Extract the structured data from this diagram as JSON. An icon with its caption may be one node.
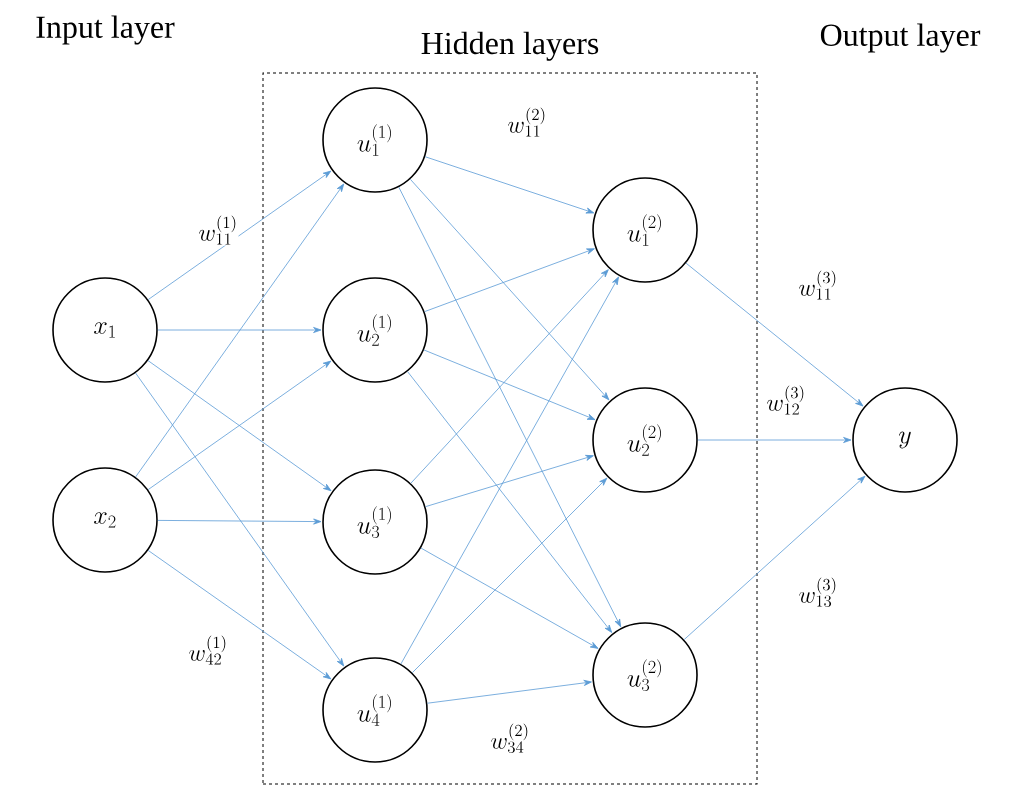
{
  "diagram": {
    "nodes": [
      {
        "text": [
          "x_1"
        ]
      },
      {
        "text": [
          "x_2"
        ]
      },
      {
        "text": [
          "Hidden layers"
        ]
      },
      {
        "text": [
          "u_1^{(1)}"
        ],
        "in": 2
      },
      {
        "text": [
          "u_2^{(1)}"
        ],
        "in": 2
      },
      {
        "text": [
          "u_3^{(1)}"
        ],
        "in": 2
      },
      {
        "text": [
          "u_4^{(1)}"
        ],
        "in": 2
      },
      {
        "text": [
          "u_1^{(2)}"
        ],
        "in": 2
      },
      {
        "text": [
          "u_2^{(2)}"
        ],
        "in": 2
      },
      {
        "text": [
          "u_3^{(2)}"
        ],
        "in": 2
      },
      {
        "text": [
          "y"
        ]
      }
    ],
    "edges": [
      {
        "from": 0,
        "to": 3,
        "arrow": "to",
        "label": "w_{11}^{(1)}"
      },
      {
        "from": 0,
        "to": 4,
        "arrow": "to"
      },
      {
        "from": 0,
        "to": 5,
        "arrow": "to"
      },
      {
        "from": 0,
        "to": 6,
        "arrow": "to"
      },
      {
        "from": 1,
        "to": 3,
        "arrow": "to"
      },
      {
        "from": 1,
        "to": 4,
        "arrow": "to"
      },
      {
        "from": 1,
        "to": 5,
        "arrow": "to"
      },
      {
        "from": 1,
        "to": 6,
        "arrow": "to",
        "label": "w_{42}^{(1)}"
      },
      {
        "from": 3,
        "to": 7,
        "arrow": "to",
        "label": "w_{11}^{(2)}"
      },
      {
        "from": 3,
        "to": 8,
        "arrow": "to"
      },
      {
        "from": 3,
        "to": 9,
        "arrow": "to"
      },
      {
        "from": 4,
        "to": 7,
        "arrow": "to"
      },
      {
        "from": 4,
        "to": 8,
        "arrow": "to"
      },
      {
        "from": 4,
        "to": 9,
        "arrow": "to"
      },
      {
        "from": 5,
        "to": 7,
        "arrow": "to"
      },
      {
        "from": 5,
        "to": 8,
        "arrow": "to"
      },
      {
        "from": 5,
        "to": 9,
        "arrow": "to"
      },
      {
        "from": 6,
        "to": 7,
        "arrow": "to"
      },
      {
        "from": 6,
        "to": 8,
        "arrow": "to"
      },
      {
        "from": 6,
        "to": 9,
        "arrow": "to",
        "label": "w_{34}^{(2)}"
      },
      {
        "from": 7,
        "to": 10,
        "arrow": "to",
        "label": "w_{11}^{(3)}"
      },
      {
        "from": 8,
        "to": 10,
        "arrow": "to",
        "label": "w_{12}^{(3)}"
      },
      {
        "from": 9,
        "to": 10,
        "arrow": "to",
        "label": "w_{13}^{(3)}"
      }
    ],
    "labels": [
      "Input layer",
      "Output layer"
    ]
  }
}
